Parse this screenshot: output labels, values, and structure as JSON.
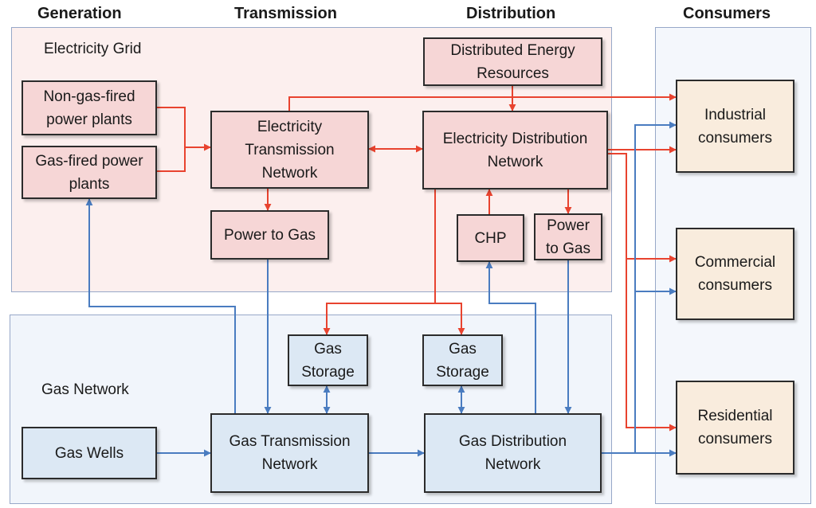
{
  "headers": {
    "generation": "Generation",
    "transmission": "Transmission",
    "distribution": "Distribution",
    "consumers": "Consumers"
  },
  "regions": {
    "electricity_grid": "Electricity Grid",
    "gas_network": "Gas Network"
  },
  "nodes": {
    "non_gas_plants": "Non-gas-fired\npower plants",
    "gas_plants": "Gas-fired power\nplants",
    "elec_transmission": "Electricity\nTransmission\nNetwork",
    "power_to_gas_t": "Power to Gas",
    "der": "Distributed Energy\nResources",
    "elec_distribution": "Electricity Distribution\nNetwork",
    "chp": "CHP",
    "power_to_gas_d": "Power\nto Gas",
    "gas_storage_1": "Gas\nStorage",
    "gas_storage_2": "Gas\nStorage",
    "gas_wells": "Gas Wells",
    "gas_transmission": "Gas Transmission\nNetwork",
    "gas_distribution": "Gas Distribution\nNetwork",
    "industrial": "Industrial\nconsumers",
    "commercial": "Commercial\nconsumers",
    "residential": "Residential\nconsumers"
  },
  "colors": {
    "electricity_flow": "#e8432f",
    "gas_flow": "#4a7cc0",
    "grid_fill": "#fcefee",
    "gas_fill": "#f1f5fb",
    "consumer_panel_fill": "#f4f7fc",
    "region_border": "#97a8c8"
  }
}
